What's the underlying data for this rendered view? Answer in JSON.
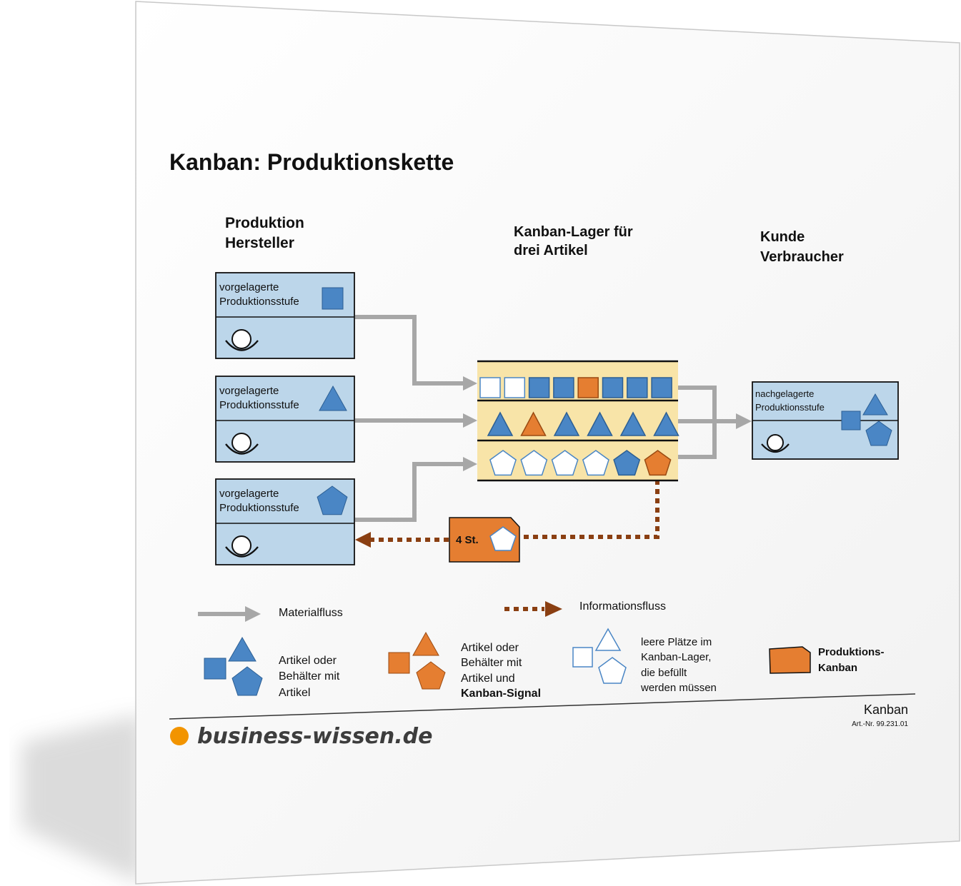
{
  "title": "Kanban: Produktionskette",
  "columns": {
    "producer": [
      "Produktion",
      "Hersteller"
    ],
    "store": [
      "Kanban-Lager für",
      "drei Artikel"
    ],
    "customer": [
      "Kunde",
      "Verbraucher"
    ]
  },
  "stages": {
    "upstream_label": [
      "vorgelagerte",
      "Produktionsstufe"
    ],
    "downstream_label": [
      "nachgelagerte",
      "Produktionsstufe"
    ]
  },
  "store_rows": [
    {
      "shape": "square",
      "slots": [
        "empty",
        "empty",
        "filled",
        "filled",
        "signal",
        "filled",
        "filled",
        "filled"
      ]
    },
    {
      "shape": "triangle",
      "slots": [
        "filled",
        "signal",
        "filled",
        "filled",
        "filled",
        "filled"
      ]
    },
    {
      "shape": "pentagon",
      "slots": [
        "empty",
        "empty",
        "empty",
        "empty",
        "filled",
        "signal"
      ]
    }
  ],
  "kanban_card": {
    "label": "4 St."
  },
  "legend": {
    "material_flow": "Materialfluss",
    "info_flow": "Informationsfluss",
    "items": [
      "Artikel oder",
      "Behälter mit",
      "Artikel"
    ],
    "signal_items": [
      "Artikel oder",
      "Behälter mit",
      "Artikel und",
      "Kanban-Signal"
    ],
    "empty_slots": [
      "leere Plätze im",
      "Kanban-Lager,",
      "die befüllt",
      "werden müssen"
    ],
    "prod_kanban": [
      "Produktions-",
      "Kanban"
    ]
  },
  "footer": {
    "brand": "business-wissen.de",
    "doc_title": "Kanban",
    "article_no": "Art.-Nr. 99.231.01"
  },
  "colors": {
    "blue": "#4a86c5",
    "orange": "#e57e31",
    "stage_fill": "#bcd6ea",
    "store_fill": "#f8e4a8",
    "flow_gray": "#a7a7a7",
    "info_brown": "#8a3f12",
    "brand_dot": "#f29400"
  }
}
